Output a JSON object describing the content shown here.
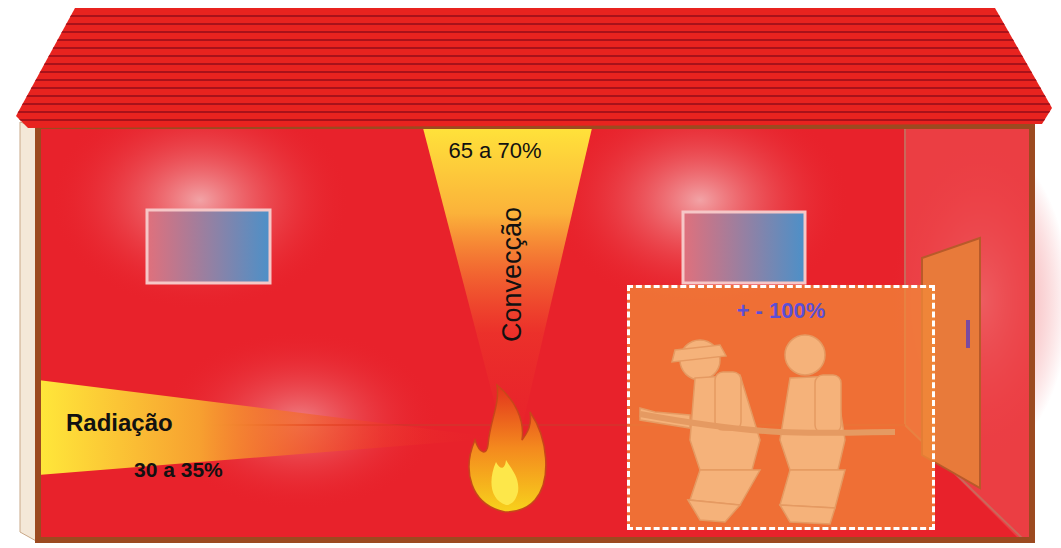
{
  "diagram": {
    "nodes": [
      {
        "text": [
          "+ - 100%"
        ]
      }
    ],
    "labels": [
      "65 a 70%",
      "Convecção",
      "Radiação",
      "30 a 35%"
    ]
  }
}
